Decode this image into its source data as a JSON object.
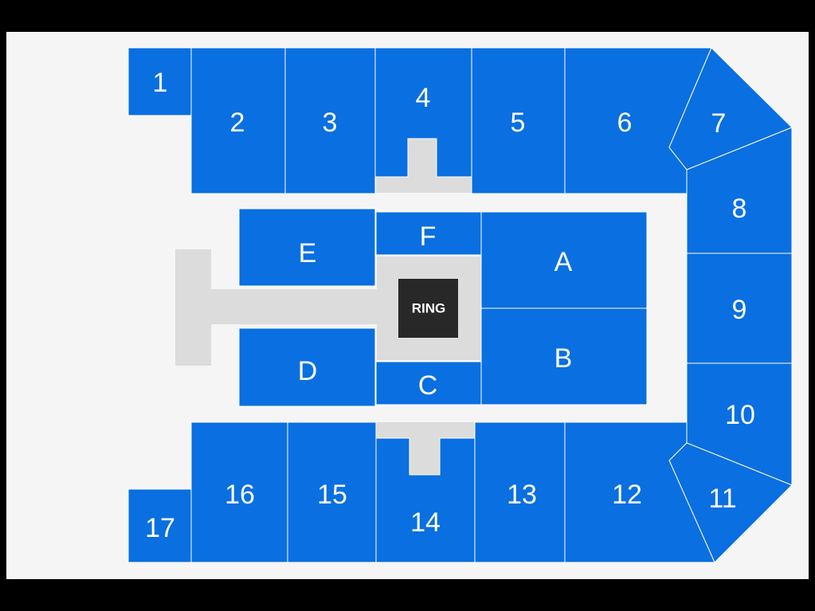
{
  "colors": {
    "frame": "#000000",
    "floor": "#f5f5f5",
    "section": "#0a6fe0",
    "section_border": "#ffffff",
    "walkway": "#dcdcdc",
    "ring": "#282828",
    "text": "#ffffff"
  },
  "stage": {
    "label": "RING"
  },
  "sections": {
    "s1": "1",
    "s2": "2",
    "s3": "3",
    "s4": "4",
    "s5": "5",
    "s6": "6",
    "s7": "7",
    "s8": "8",
    "s9": "9",
    "s10": "10",
    "s11": "11",
    "s12": "12",
    "s13": "13",
    "s14": "14",
    "s15": "15",
    "s16": "16",
    "s17": "17",
    "A": "A",
    "B": "B",
    "C": "C",
    "D": "D",
    "E": "E",
    "F": "F"
  }
}
